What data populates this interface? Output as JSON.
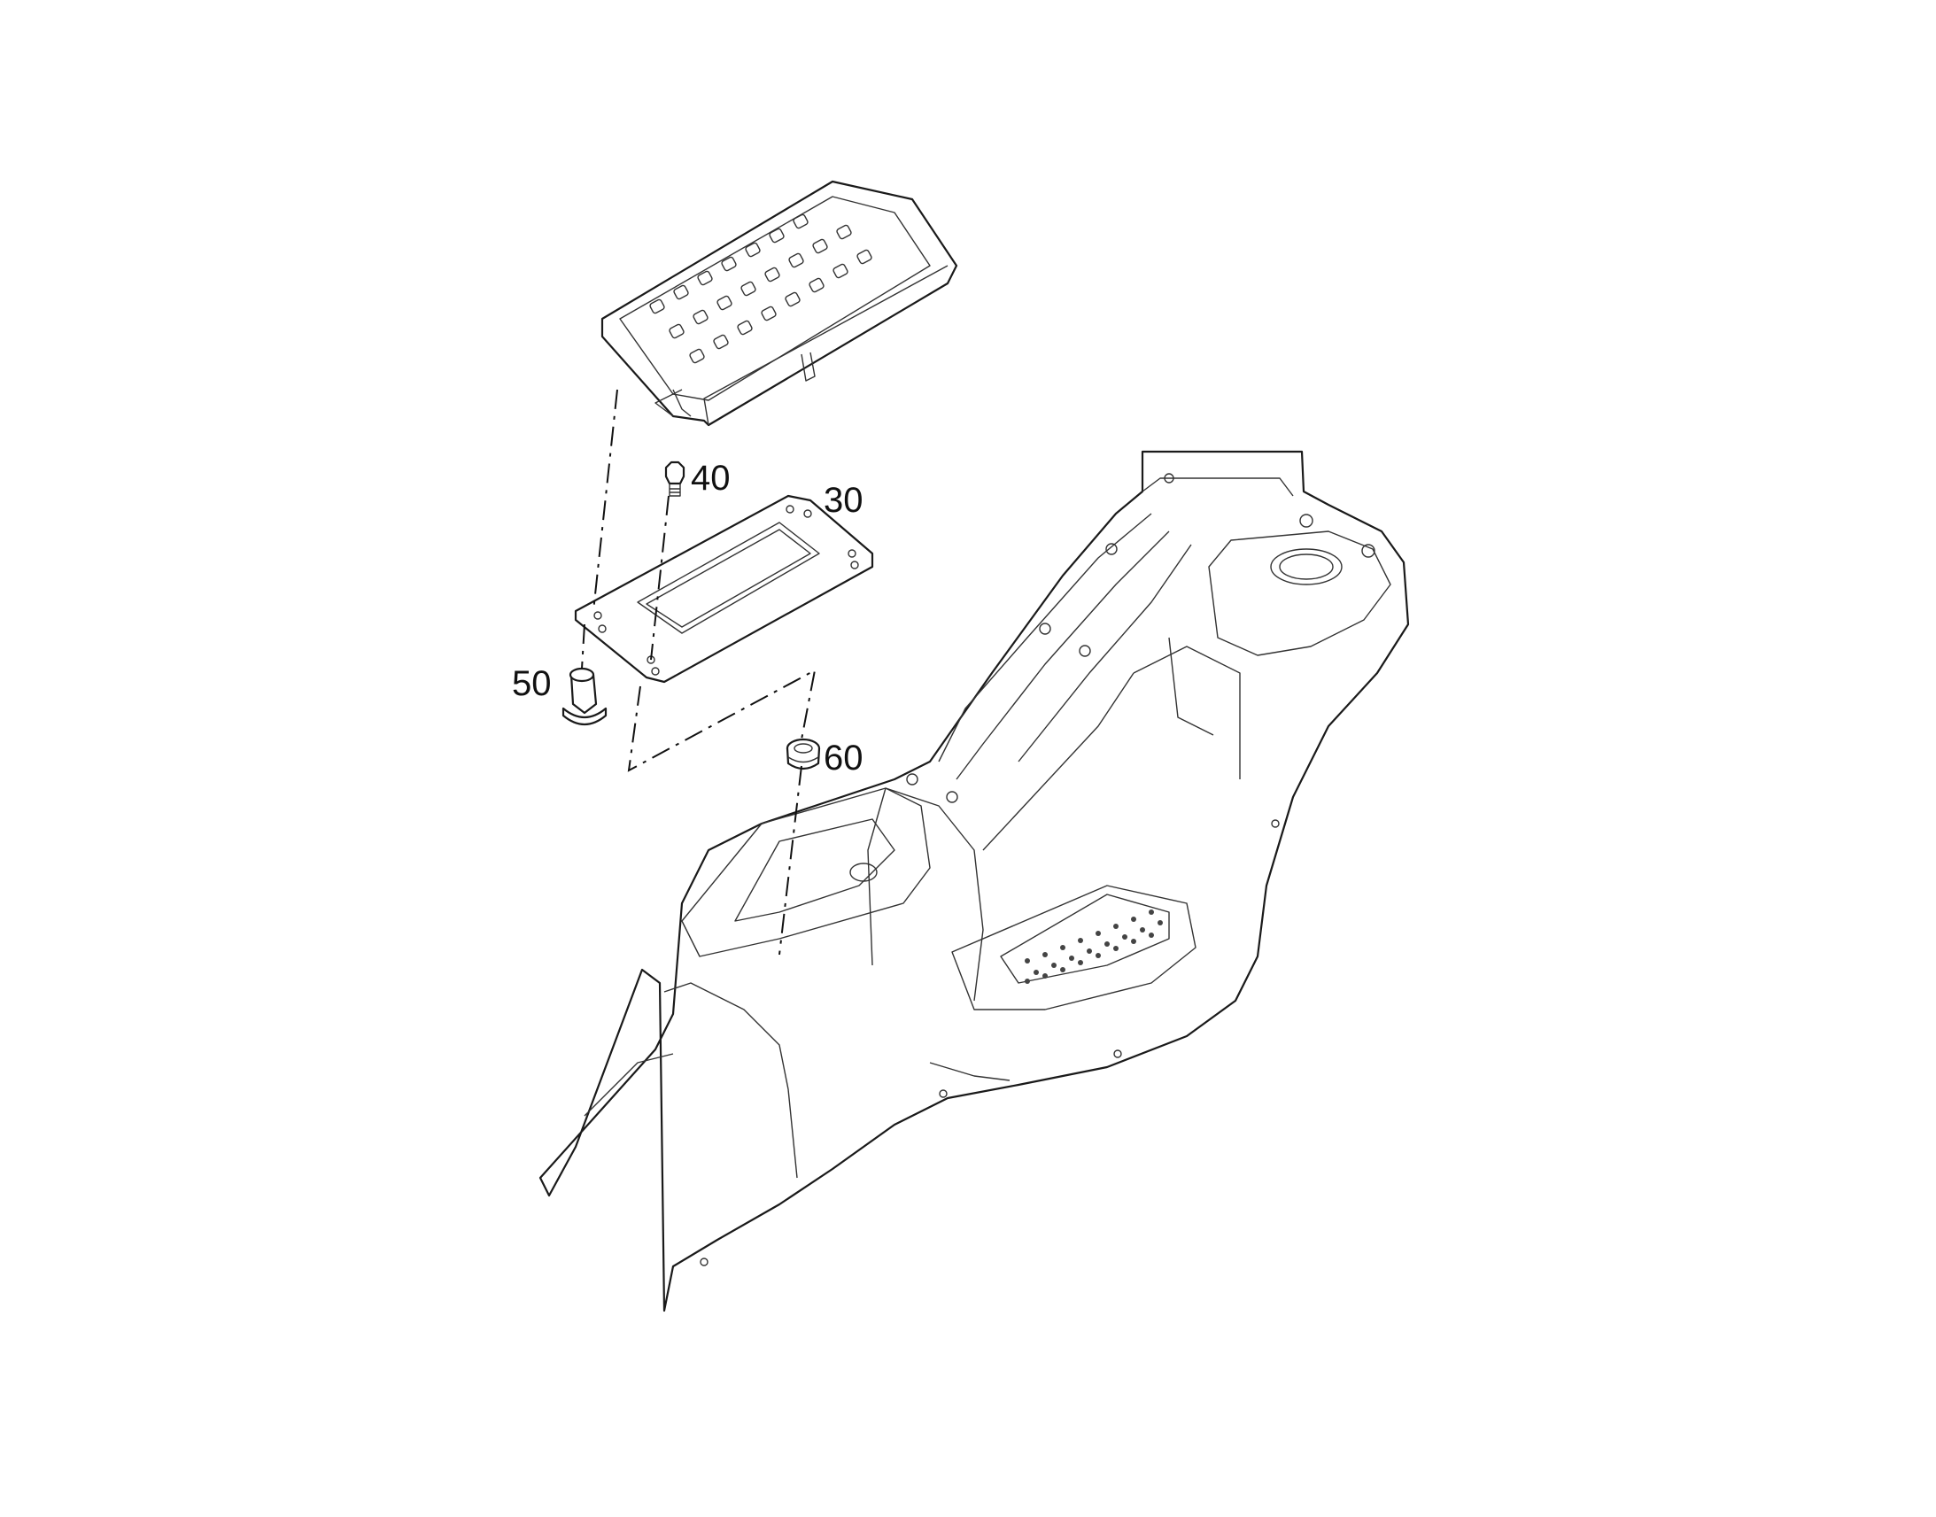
{
  "callouts": [
    {
      "id": "30",
      "label": "30"
    },
    {
      "id": "40",
      "label": "40"
    },
    {
      "id": "50",
      "label": "50"
    },
    {
      "id": "60",
      "label": "60"
    }
  ],
  "colors": {
    "background": "#ffffff",
    "line": "#1a1a1a"
  }
}
